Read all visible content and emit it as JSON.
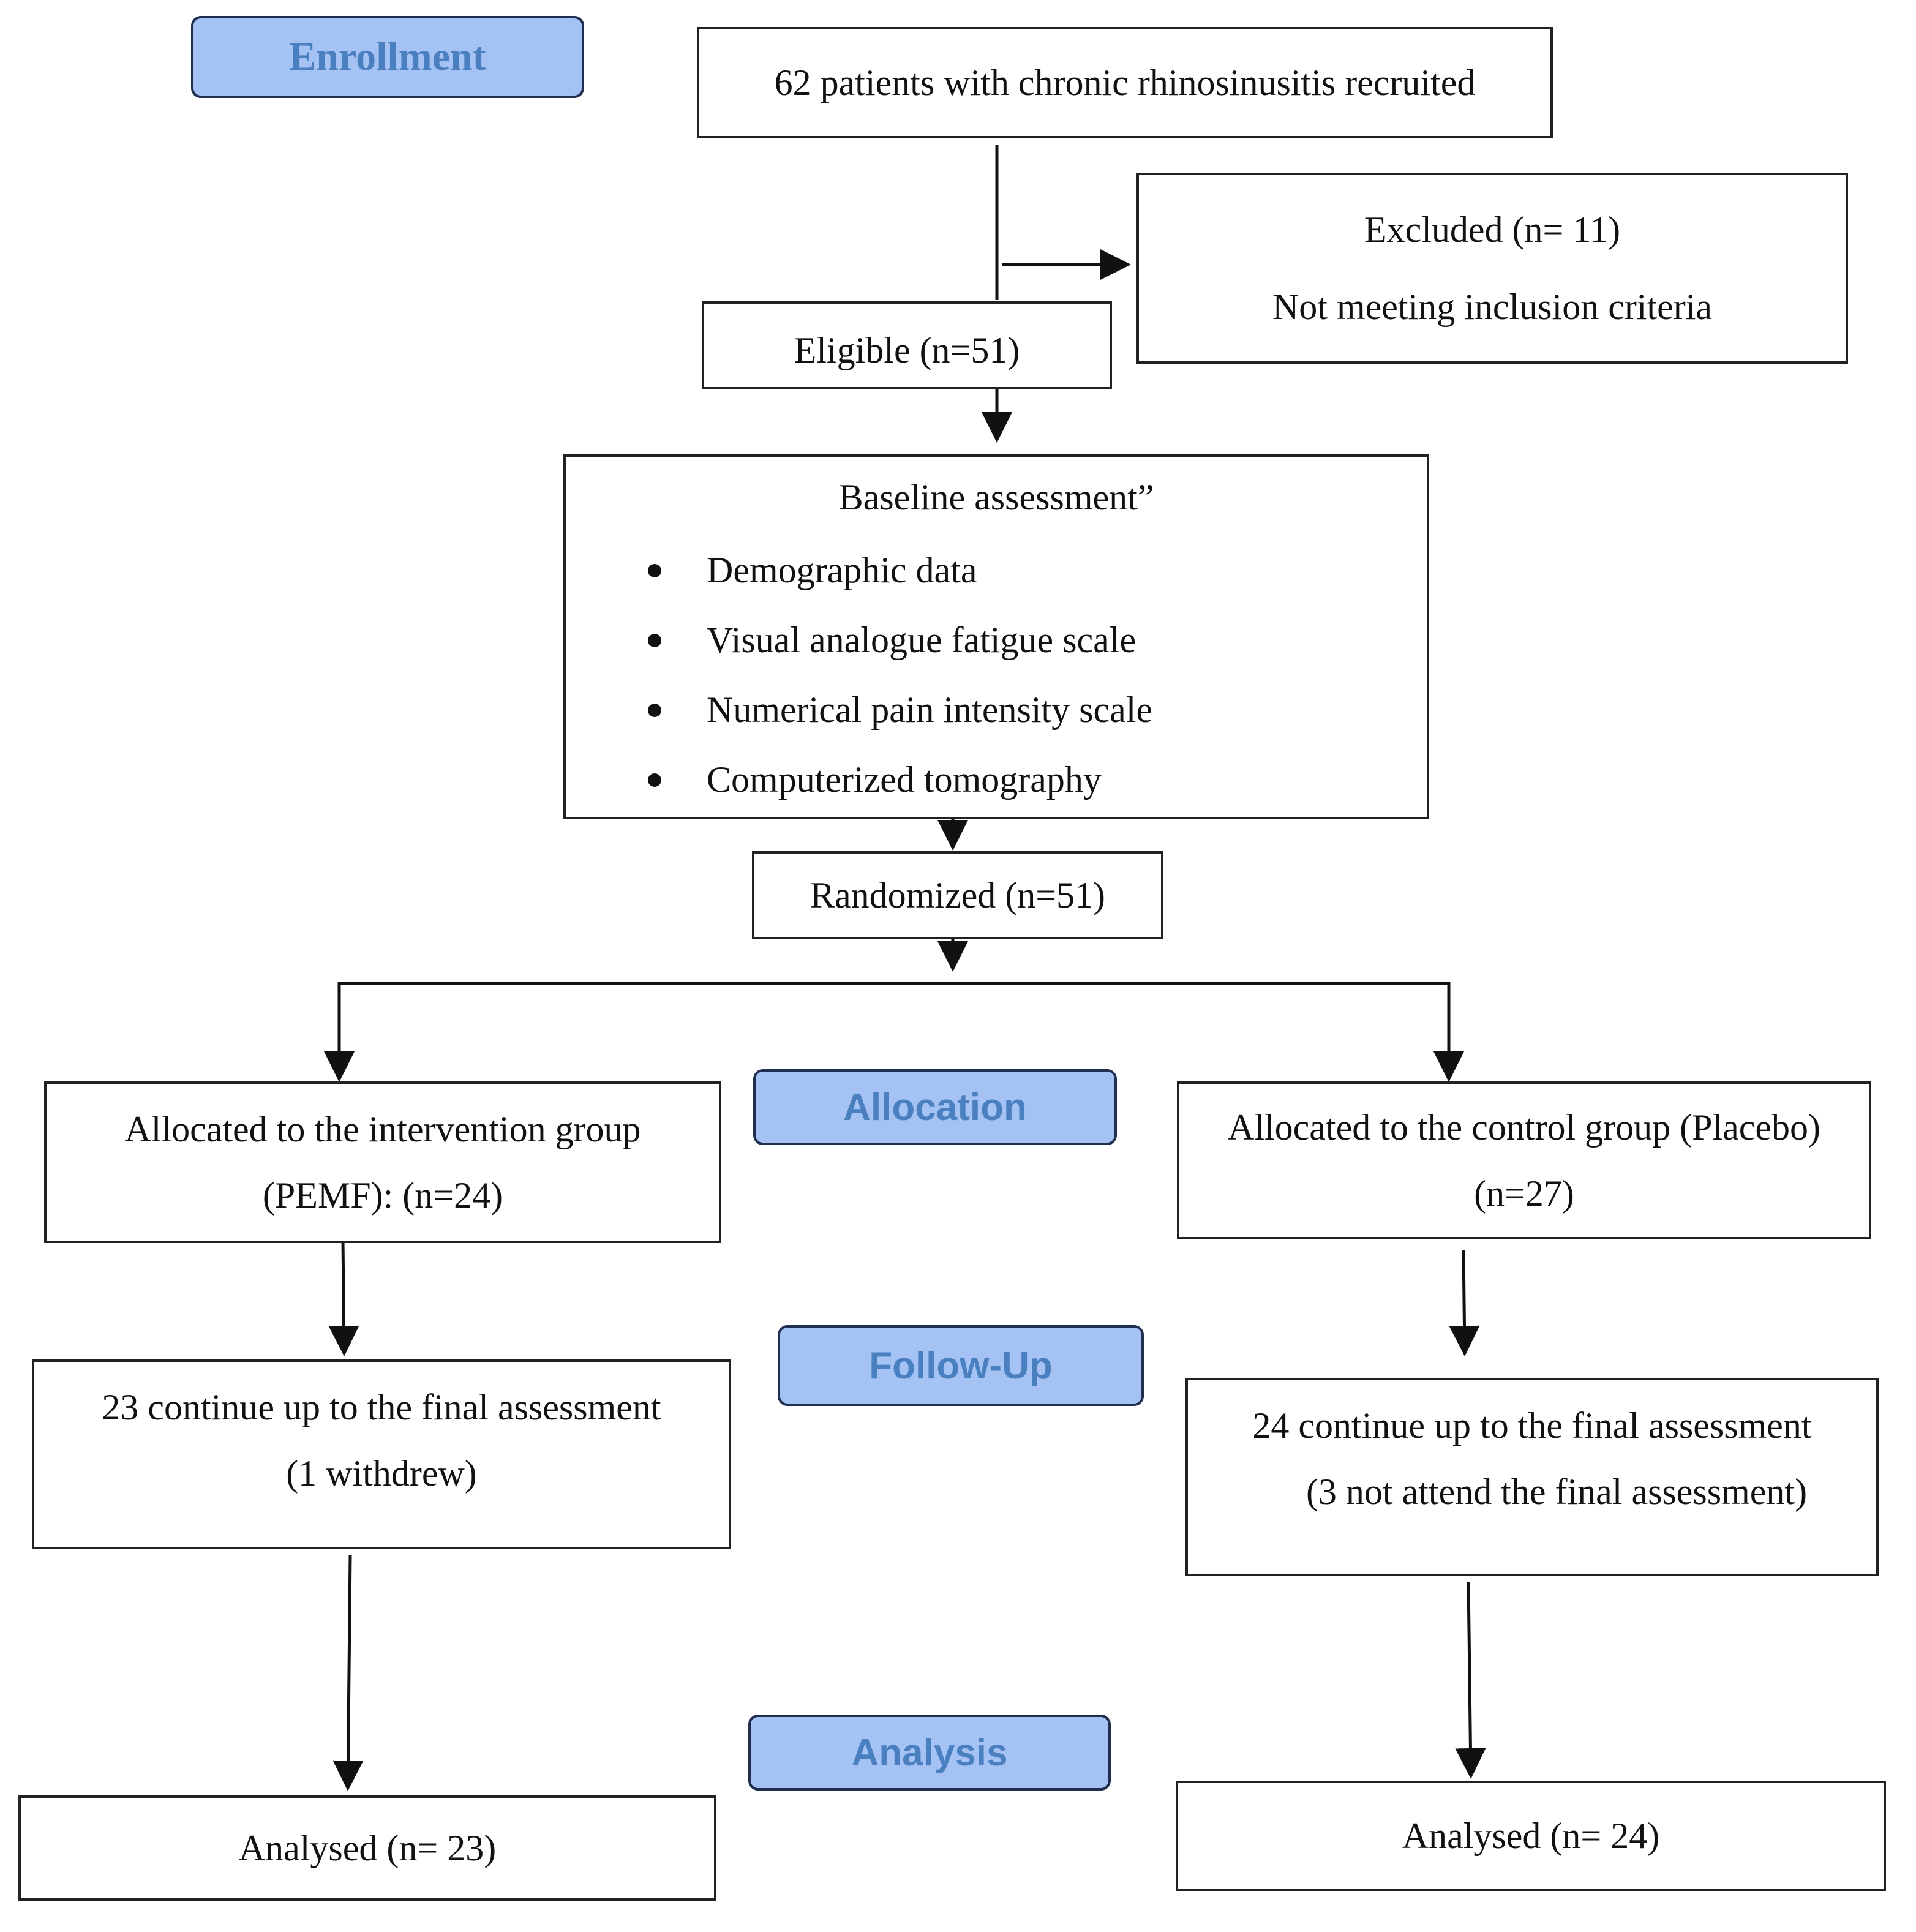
{
  "stages": {
    "enrollment": "Enrollment",
    "allocation": "Allocation",
    "follow_up": "Follow-Up",
    "analysis": "Analysis"
  },
  "boxes": {
    "recruited": "62 patients with chronic rhinosinusitis recruited",
    "excluded": {
      "line1": "Excluded (n= 11)",
      "line2": "Not meeting inclusion criteria"
    },
    "eligible": "Eligible (n=51)",
    "baseline": {
      "title": "Baseline assessment”",
      "items": [
        "Demographic data",
        "Visual analogue fatigue scale",
        "Numerical pain intensity scale",
        "Computerized tomography"
      ]
    },
    "randomized": "Randomized (n=51)",
    "intervention": {
      "line1": "Allocated to the intervention group",
      "line2": "(PEMF): (n=24)"
    },
    "control": {
      "line1": "Allocated to the control group (Placebo)",
      "line2": "(n=27)"
    },
    "intervention_followup": {
      "line1": "23 continue up to the final assessment",
      "line2": "(1 withdrew)"
    },
    "control_followup": {
      "line1": "24 continue up to the final assessment",
      "line2": "(3 not attend the final assessment)"
    },
    "intervention_analysed": "Analysed (n= 23)",
    "control_analysed": "Analysed (n= 24)"
  },
  "colors": {
    "stage_fill": "#a4c2f4",
    "stage_text": "#4a7fc0",
    "line": "#111111"
  }
}
